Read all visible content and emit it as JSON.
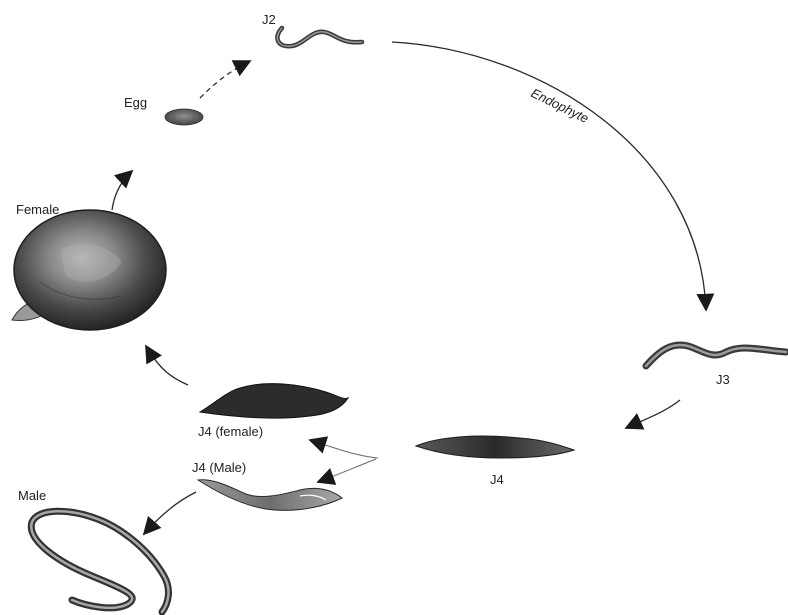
{
  "stages": {
    "j2": "J2",
    "egg": "Egg",
    "female": "Female",
    "j3": "J3",
    "j4": "J4",
    "j4_female": "J4 (female)",
    "j4_male": "J4 (Male)",
    "male": "Male"
  },
  "annotations": {
    "endophyte": "Endophyte"
  }
}
